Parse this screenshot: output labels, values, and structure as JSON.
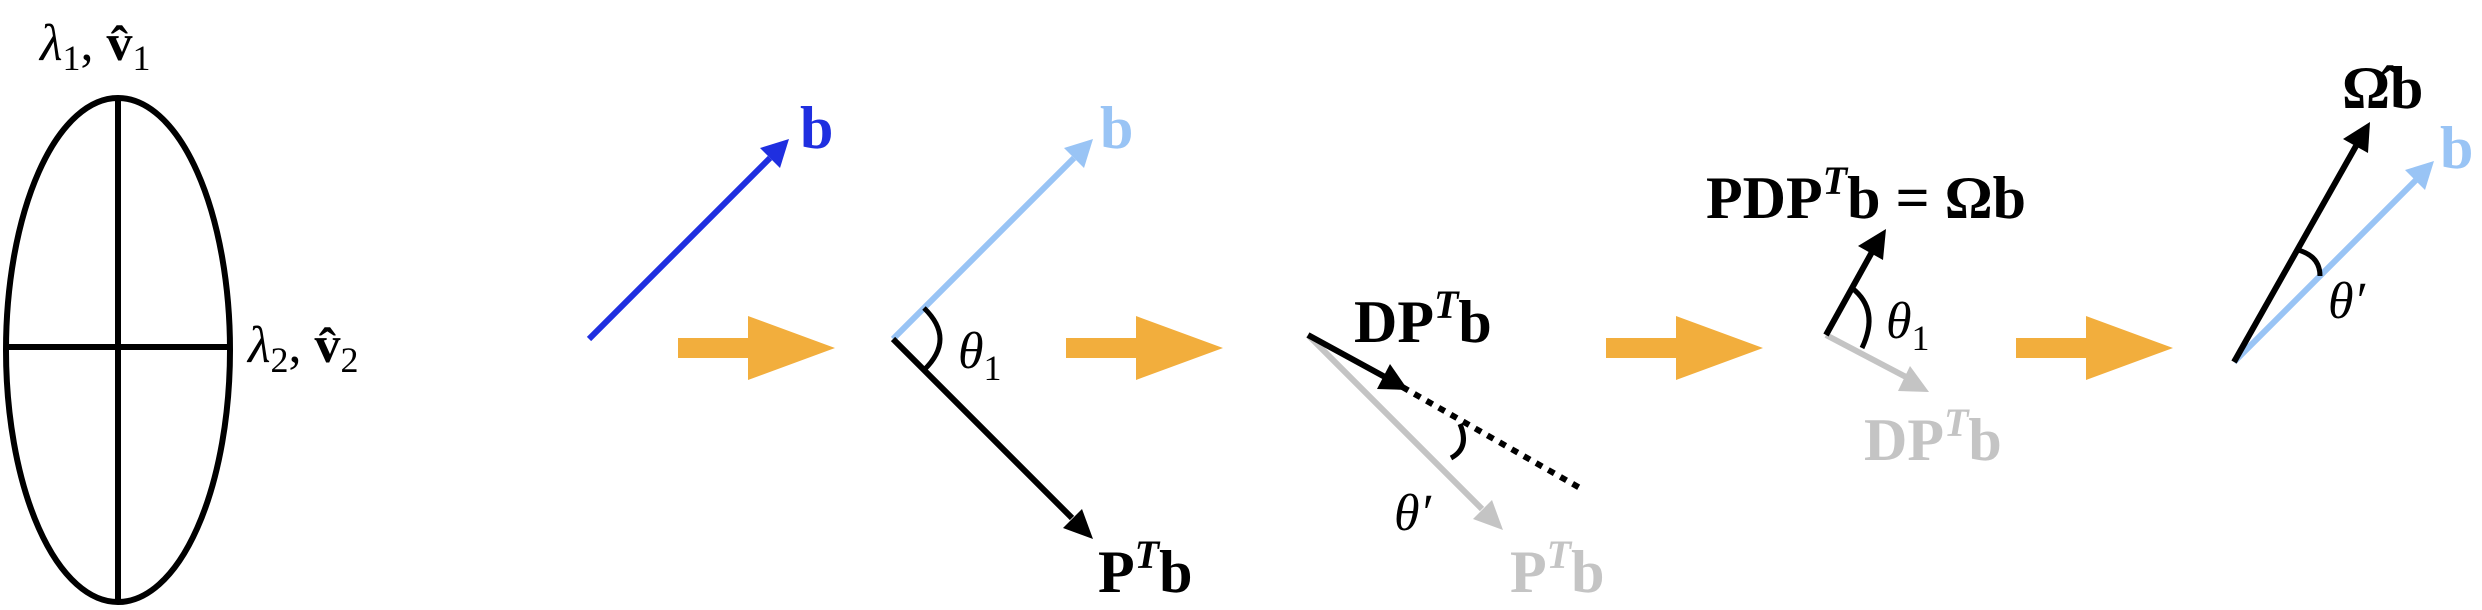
{
  "colors": {
    "black": "#000000",
    "blue": "#1f2fe0",
    "light_blue": "#99c4f5",
    "gray": "#c4c4c4",
    "orange": "#f2ae3d"
  },
  "ellipse": {
    "label_top": {
      "lambda": "λ",
      "lambda_sub": "1",
      "sep": ", ",
      "v": "v̂",
      "v_sub": "1"
    },
    "label_right": {
      "lambda": "λ",
      "lambda_sub": "2",
      "sep": ", ",
      "v": "v̂",
      "v_sub": "2"
    }
  },
  "panel1": {
    "b": "b"
  },
  "panel2": {
    "b": "b",
    "theta": "θ",
    "theta_sub": "1",
    "ptb_P": "P",
    "ptb_T": "T",
    "ptb_b": "b"
  },
  "panel3": {
    "dptb_D": "DP",
    "dptb_T": "T",
    "dptb_b": "b",
    "theta_prime": "θ′",
    "ptb_P": "P",
    "ptb_T": "T",
    "ptb_b": "b"
  },
  "panel4": {
    "eq_left": "PDP",
    "eq_T": "T",
    "eq_right": "b = Ωb",
    "theta": "θ",
    "theta_sub": "1",
    "dptb_D": "DP",
    "dptb_T": "T",
    "dptb_b": "b"
  },
  "panel5": {
    "omega_hat": "Ω̂b",
    "b": "b",
    "theta_prime": "θ′"
  }
}
